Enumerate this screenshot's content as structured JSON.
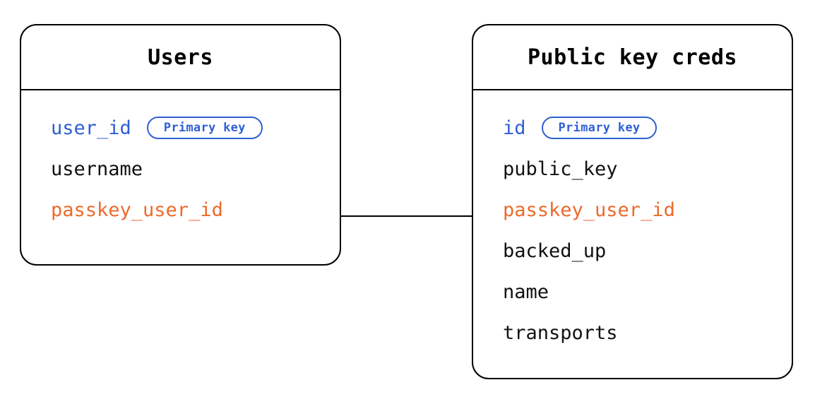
{
  "diagram": {
    "type": "entity-relationship-diagram",
    "background_color": "#ffffff",
    "colors": {
      "primary_key": "#2f5fd4",
      "foreign_key": "#ec6a2c",
      "text": "#111111",
      "border": "#000000"
    },
    "entities": [
      {
        "id": "users",
        "title": "Users",
        "fields": [
          {
            "name": "user_id",
            "role": "pk",
            "badge": "Primary key"
          },
          {
            "name": "username",
            "role": "plain",
            "badge": null
          },
          {
            "name": "passkey_user_id",
            "role": "fk",
            "badge": null
          }
        ]
      },
      {
        "id": "public-key-creds",
        "title": "Public key creds",
        "fields": [
          {
            "name": "id",
            "role": "pk",
            "badge": "Primary key"
          },
          {
            "name": "public_key",
            "role": "plain",
            "badge": null
          },
          {
            "name": "passkey_user_id",
            "role": "fk",
            "badge": null
          },
          {
            "name": "backed_up",
            "role": "plain",
            "badge": null
          },
          {
            "name": "name",
            "role": "plain",
            "badge": null
          },
          {
            "name": "transports",
            "role": "plain",
            "badge": null
          }
        ]
      }
    ],
    "relationships": [
      {
        "from_entity": "users",
        "from_field": "passkey_user_id",
        "to_entity": "public-key-creds",
        "to_field": "passkey_user_id",
        "style": "solid-line"
      }
    ]
  }
}
